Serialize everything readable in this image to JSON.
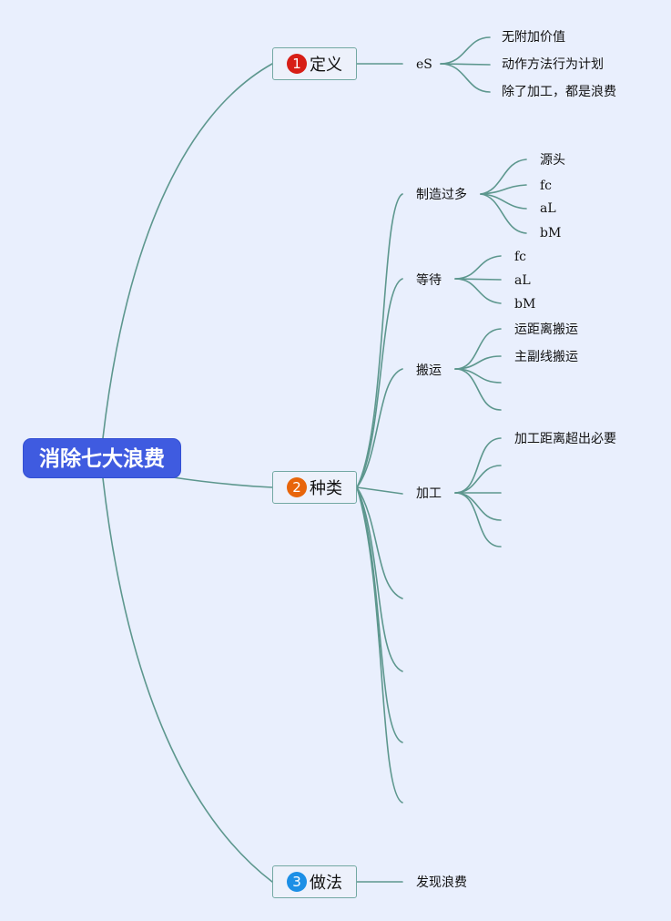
{
  "root": {
    "label": "消除七大浪费"
  },
  "branches": {
    "definition": {
      "number": "1",
      "label": "定义",
      "child": "eS",
      "leaves": [
        "无附加价值",
        "动作方法行为计划",
        "除了加工，都是浪费"
      ]
    },
    "types": {
      "number": "2",
      "label": "种类",
      "overproduction": {
        "label": "制造过多",
        "leaves": [
          "源头",
          "fc",
          "aL",
          "bM"
        ]
      },
      "waiting": {
        "label": "等待",
        "leaves": [
          "fc",
          "aL",
          "bM"
        ]
      },
      "transport": {
        "label": "搬运",
        "leaves": [
          "运距离搬运",
          "主副线搬运"
        ]
      },
      "processing": {
        "label": "加工",
        "leaves": [
          "加工距离超出必要"
        ]
      }
    },
    "method": {
      "number": "3",
      "label": "做法",
      "child": "发现浪费"
    }
  },
  "colors": {
    "background": "#e9effd",
    "root": "#3f5be0",
    "connector": "#5d978e",
    "badge_1": "#d71e16",
    "badge_2": "#e8650a",
    "badge_3": "#1c8fe6"
  }
}
